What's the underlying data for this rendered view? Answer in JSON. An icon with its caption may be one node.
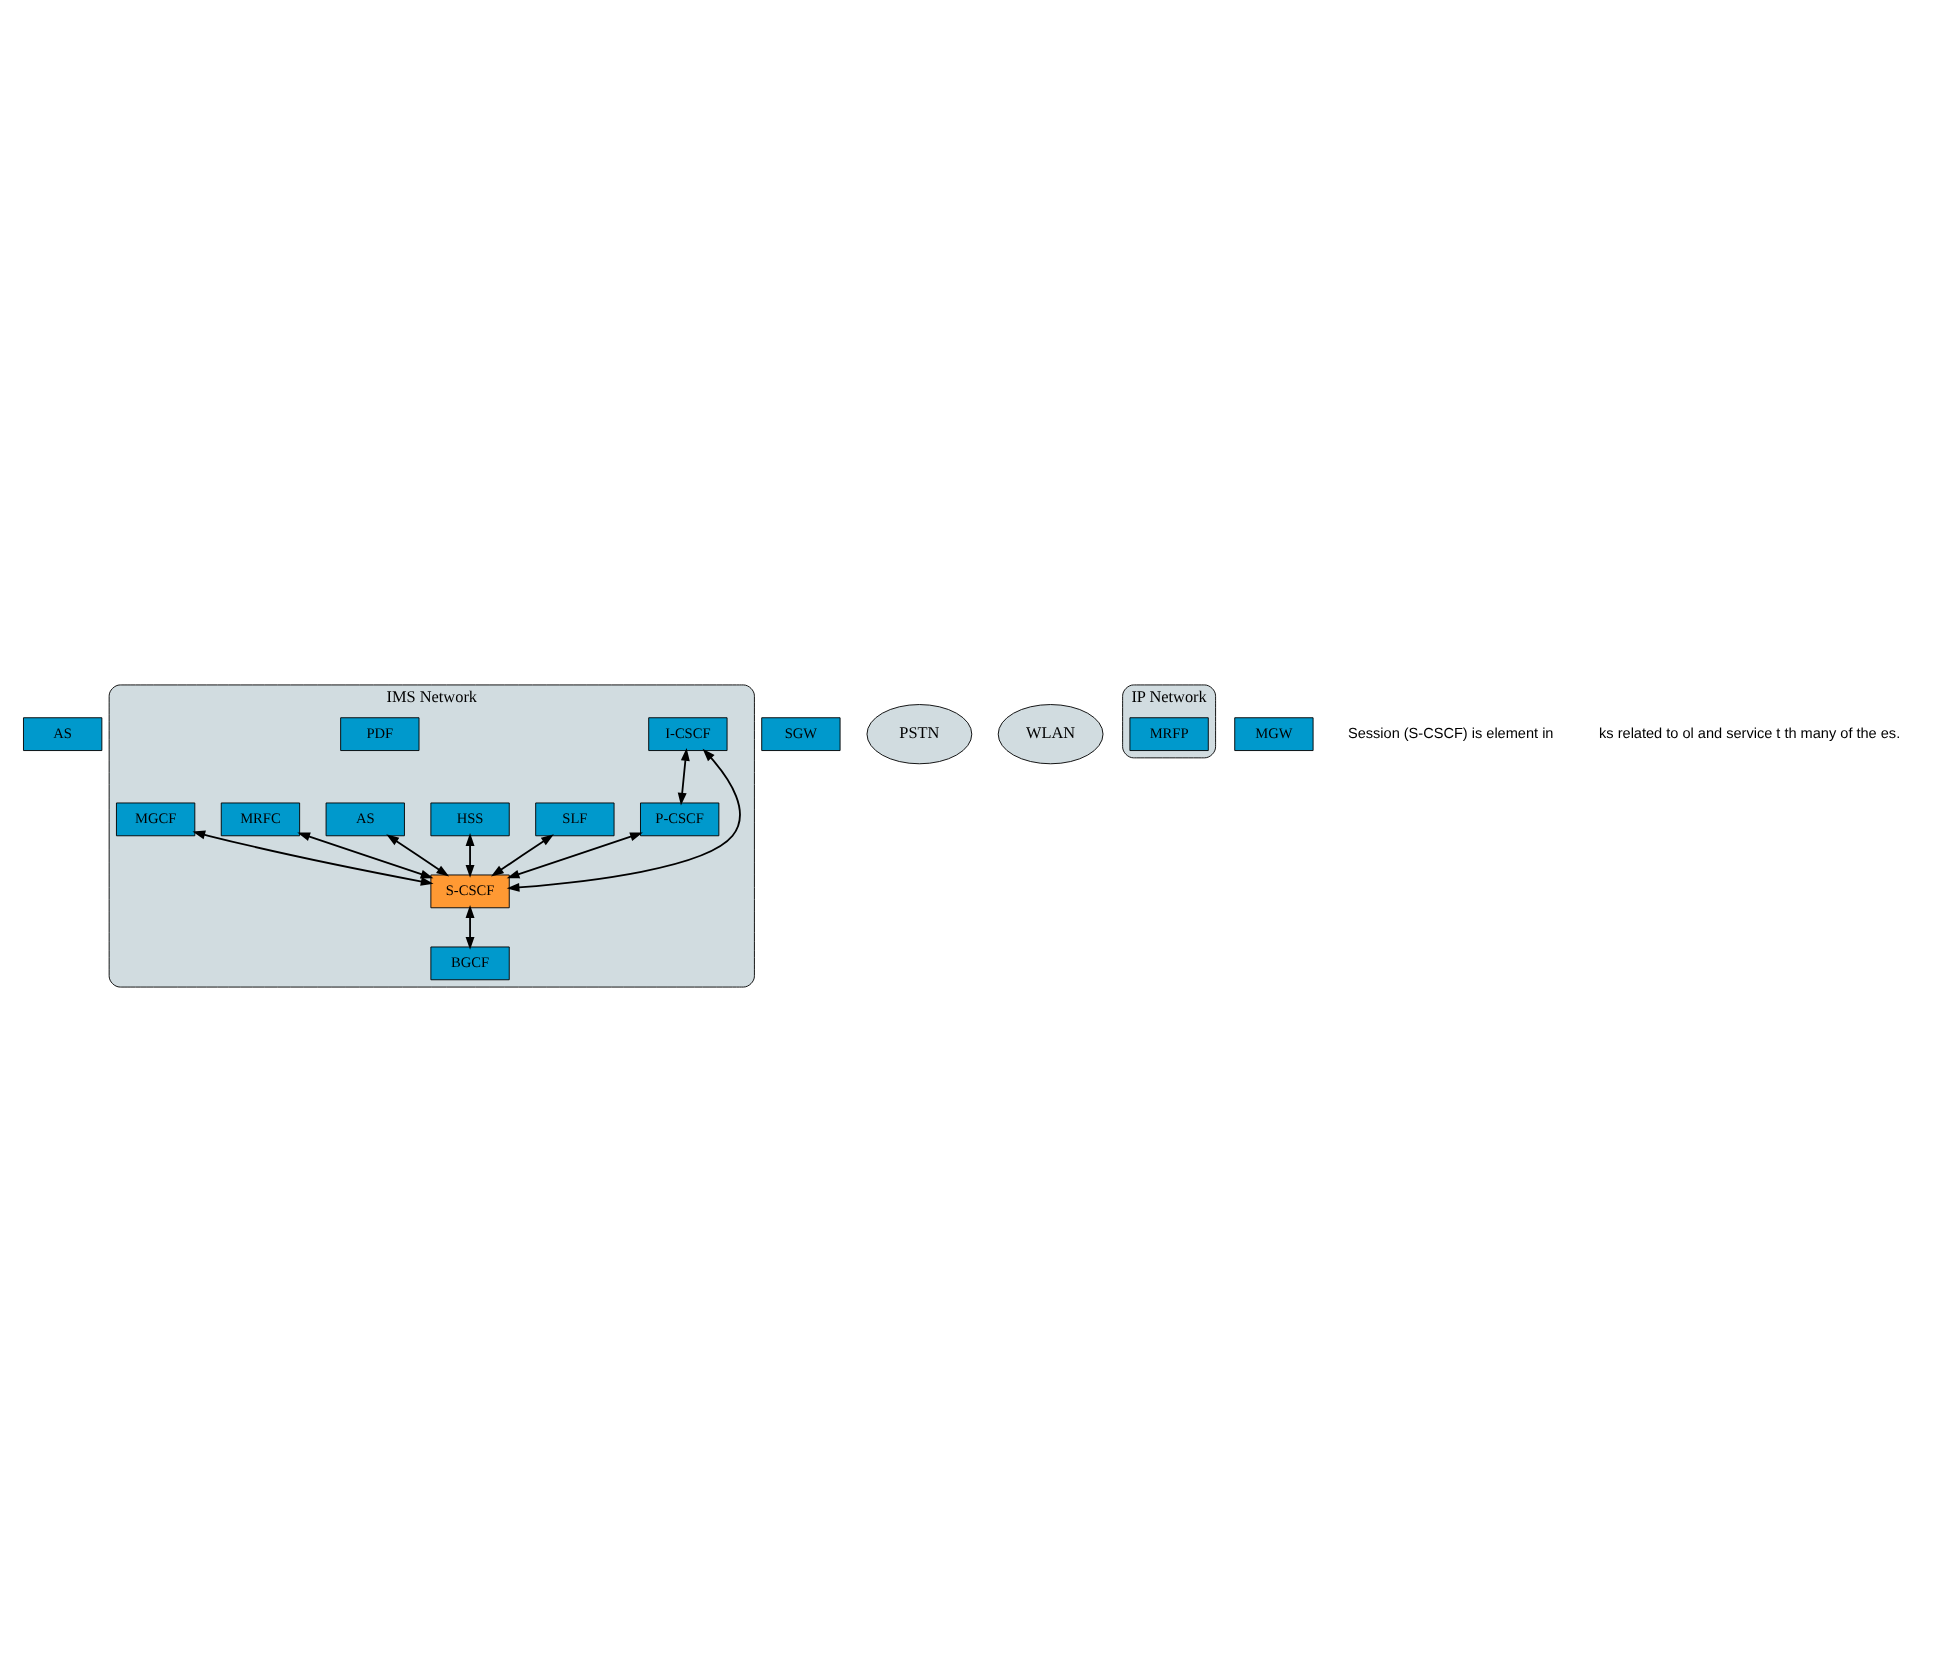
{
  "diagram": {
    "nodes": [
      {
        "text": [
          "AS"
        ]
      },
      {
        "text": [
          "IMS Network"
        ]
      },
      {
        "text": [
          "I-CSCF"
        ],
        "in": 1
      },
      {
        "text": [
          "SLF"
        ],
        "in": 1
      },
      {
        "text": [
          "HSS"
        ],
        "in": 1
      },
      {
        "text": [
          "AS"
        ],
        "in": 1
      },
      {
        "text": [
          "P-CSCF"
        ],
        "in": 1
      },
      {
        "text": [
          "PDF"
        ],
        "in": 1
      },
      {
        "text": [
          "S-CSCF"
        ],
        "in": 1
      },
      {
        "text": [
          "BGCF"
        ],
        "in": 1
      },
      {
        "text": [
          "MRFC"
        ],
        "in": 1
      },
      {
        "text": [
          "MGCF"
        ],
        "in": 1
      },
      {
        "text": [
          "SGW"
        ]
      },
      {
        "text": [
          "PSTN"
        ]
      },
      {
        "text": [
          "WLAN"
        ]
      },
      {
        "text": [
          "IP Network"
        ]
      },
      {
        "text": [
          "MRFP"
        ],
        "in": 15
      },
      {
        "text": [
          "MGW"
        ]
      }
    ],
    "edges": [
      {
        "from": 2,
        "to": 6,
        "arrow": "both"
      },
      {
        "from": 2,
        "to": 8,
        "arrow": "both"
      },
      {
        "from": 3,
        "to": 8,
        "arrow": "both"
      },
      {
        "from": 4,
        "to": 8,
        "arrow": "both"
      },
      {
        "from": 5,
        "to": 8,
        "arrow": "both"
      },
      {
        "from": 6,
        "to": 8,
        "arrow": "both"
      },
      {
        "from": 8,
        "to": 9,
        "arrow": "both"
      },
      {
        "from": 10,
        "to": 8,
        "arrow": "both"
      },
      {
        "from": 11,
        "to": 8,
        "arrow": "both"
      }
    ],
    "labels": [
      "Session (S-CSCF) is element in",
      "ks related to ol and service t th many of the es."
    ]
  }
}
